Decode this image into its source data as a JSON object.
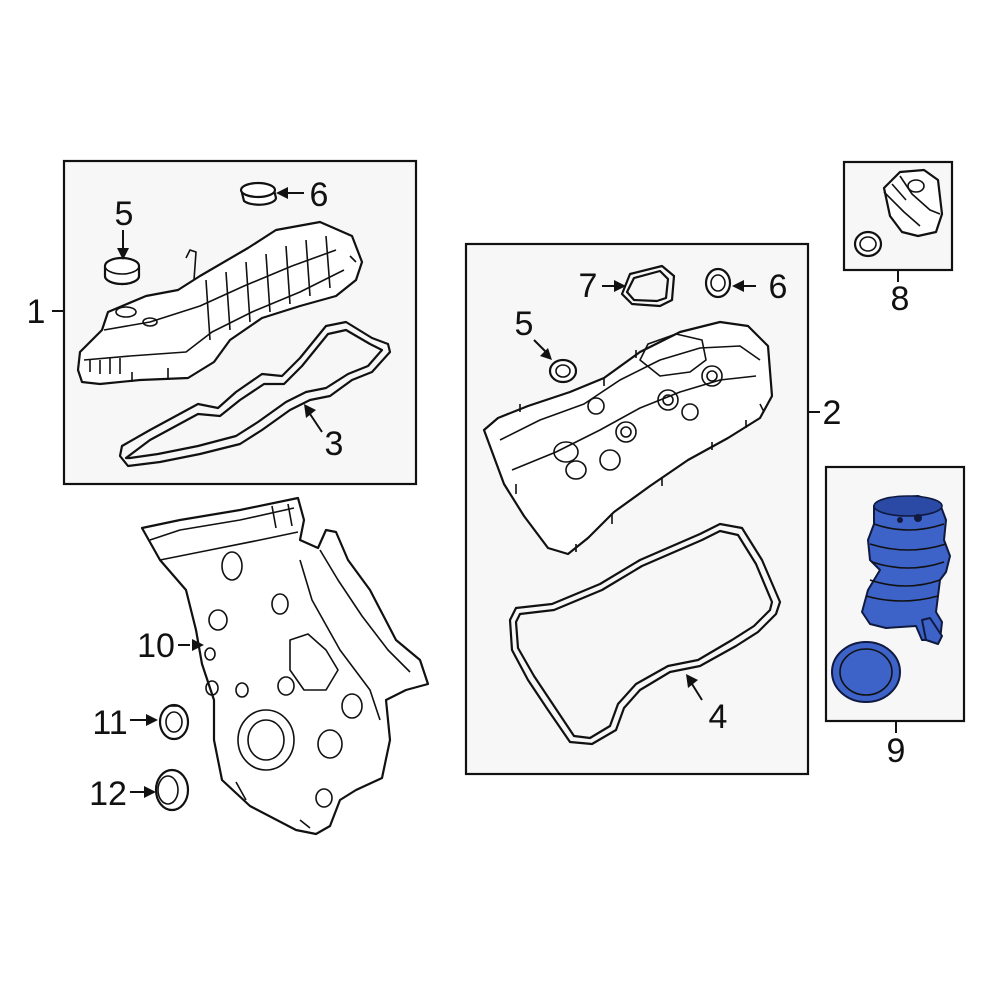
{
  "callouts": {
    "c1": "1",
    "c2": "2",
    "c3": "3",
    "c4": "4",
    "c5_left": "5",
    "c5_right": "5",
    "c6_left": "6",
    "c6_right": "6",
    "c7": "7",
    "c8": "8",
    "c9": "9",
    "c10": "10",
    "c11": "11",
    "c12": "12"
  },
  "colors": {
    "highlight_part": "#3d62c8",
    "line": "#111111",
    "box_fill": "#f7f7f7"
  }
}
